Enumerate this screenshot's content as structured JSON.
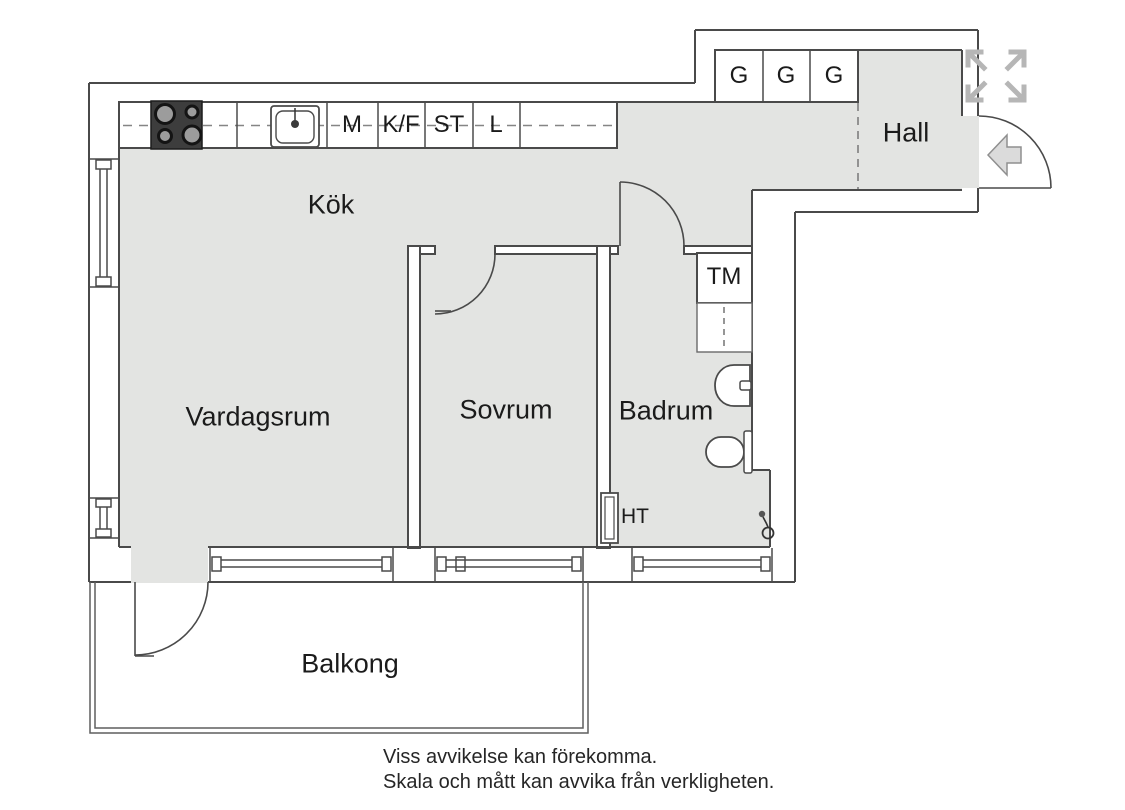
{
  "app": {
    "type": "floorplan-viewer"
  },
  "floorplan": {
    "rooms": [
      {
        "id": "kok",
        "label": "Kök"
      },
      {
        "id": "vardagsrum",
        "label": "Vardagsrum"
      },
      {
        "id": "sovrum",
        "label": "Sovrum"
      },
      {
        "id": "badrum",
        "label": "Badrum"
      },
      {
        "id": "hall",
        "label": "Hall"
      },
      {
        "id": "balkong",
        "label": "Balkong"
      }
    ],
    "kitchen_units": [
      {
        "label": "M"
      },
      {
        "label": "K/F"
      },
      {
        "label": "ST"
      },
      {
        "label": "L"
      }
    ],
    "hall_wardrobes": [
      {
        "label": "G"
      },
      {
        "label": "G"
      },
      {
        "label": "G"
      }
    ],
    "fixtures": {
      "washing_machine_label": "TM",
      "towel_dryer_label": "HT"
    },
    "icons": {
      "expand": "expand-arrows-icon",
      "entrance": "entrance-arrow-icon",
      "stove": "stove-icon",
      "kitchen_sink": "kitchen-sink-icon",
      "washbasin": "washbasin-icon",
      "toilet": "toilet-icon",
      "shower": "shower-icon"
    },
    "colors": {
      "floor": "#e3e4e2",
      "wall_line": "#4a4a4a",
      "watermark_gray": "#b6b6b6",
      "stove_black": "#3d3d3d"
    }
  },
  "footer": {
    "disclaimer_line1": "Viss avvikelse kan förekomma.",
    "disclaimer_line2": "Skala och mått kan avvika från verkligheten."
  }
}
